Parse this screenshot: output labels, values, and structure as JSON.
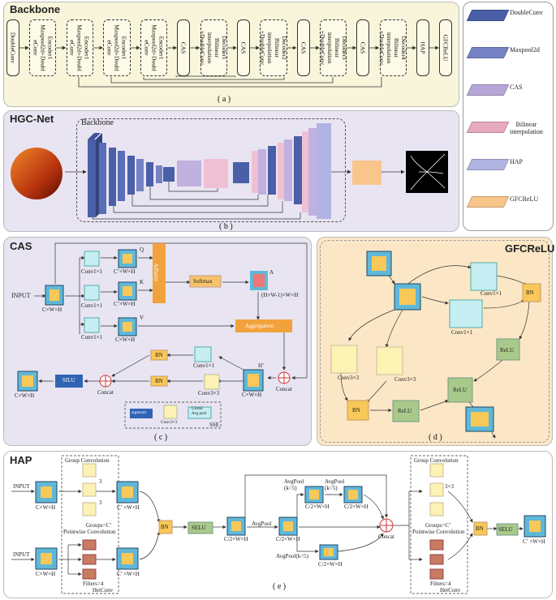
{
  "backbone": {
    "title": "Backbone",
    "caption": "( a )",
    "blocks": [
      {
        "label": "DoubleConv",
        "dashed": false
      },
      {
        "label": "Encoder1\nMaxpool2d+Doubl\neConv",
        "dashed": true
      },
      {
        "label": "Encoder1\nMaxpool2d+Doubl\neConv",
        "dashed": true
      },
      {
        "label": "Encoder1\nMaxpool2d+Doubl\neConv",
        "dashed": true
      },
      {
        "label": "Encoder1\nMaxpool2d+Doubl\neConv",
        "dashed": true
      },
      {
        "label": "CAS",
        "dashed": false
      },
      {
        "label": "Decoder1\nBilinear\ninterpolation\n+DoubleConv",
        "dashed": true
      },
      {
        "label": "CAS",
        "dashed": false
      },
      {
        "label": "Decoder2\nBilinear\ninterpolation\n+DoubleConv",
        "dashed": true
      },
      {
        "label": "CAS",
        "dashed": false
      },
      {
        "label": "Decoder3\nBilinear\ninterpolation\n+DoubleConv",
        "dashed": true
      },
      {
        "label": "CAS",
        "dashed": false
      },
      {
        "label": "Decoder4\nBilinear\ninterpolation\n+DoubleConv",
        "dashed": true
      },
      {
        "label": "HAP",
        "dashed": false
      },
      {
        "label": "GFCReLU",
        "dashed": false
      }
    ]
  },
  "legend": [
    {
      "label": "DoubleConv",
      "color": "#4a5fa8"
    },
    {
      "label": "Maxpool2d",
      "color": "#7583c4"
    },
    {
      "label": "CAS",
      "color": "#b7a6d8"
    },
    {
      "label": "Bilinear\ninterpolation",
      "color": "#e7a9bf"
    },
    {
      "label": "HAP",
      "color": "#b1b4e2"
    },
    {
      "label": "GFCReLU",
      "color": "#f8c58a"
    }
  ],
  "hgc": {
    "title": "HGC-Net",
    "backbone_label": "Backbone",
    "caption": "( b )"
  },
  "cas": {
    "title": "CAS",
    "caption": "( c )",
    "input": "INPUT",
    "cwh": "C×W×H",
    "q": "Q",
    "k": "K",
    "v": "V",
    "c_prime": "C’×W×H",
    "conv1x1": "Conv1×1",
    "affinity": "Affinity",
    "softmax": "Softmax",
    "a": "A",
    "a_dim": "(H+W-1)×W×H",
    "aggregation": "Aggregation",
    "bn": "BN",
    "silu": "SILU",
    "concat": "Concat",
    "conv3x3": "Conv3×3",
    "h_prime": "H’",
    "sigmoid": "sigmoid",
    "global_avg": "Global\nAvg pool",
    "sse": "SSE"
  },
  "gfcrelu": {
    "title": "GFCReLU",
    "caption": "( d )",
    "conv1x1": "Conv1×1",
    "conv3x3": "Conv3×3",
    "bn": "BN",
    "relu": "ReLU"
  },
  "hap": {
    "title": "HAP",
    "caption": "( e )",
    "input": "INPUT",
    "cwh": "C×W×H",
    "group_conv": "Group Convolution",
    "k3": "3",
    "k3x3": "3×3",
    "groups": "Groups=C’",
    "pointwise": "Pointwise Convolution",
    "filters": "Filters=4",
    "hetconv": "HetConv",
    "c_prime": "C’ ×W×H",
    "bn": "BN",
    "selu": "SELU",
    "half": "C/2×W×H",
    "avgpool": "AvgPool",
    "avgpool_k5": "AvgPool\n(k=5)",
    "avgpool_k5b": "AvgPool(k=5)",
    "concat": "Concat"
  }
}
